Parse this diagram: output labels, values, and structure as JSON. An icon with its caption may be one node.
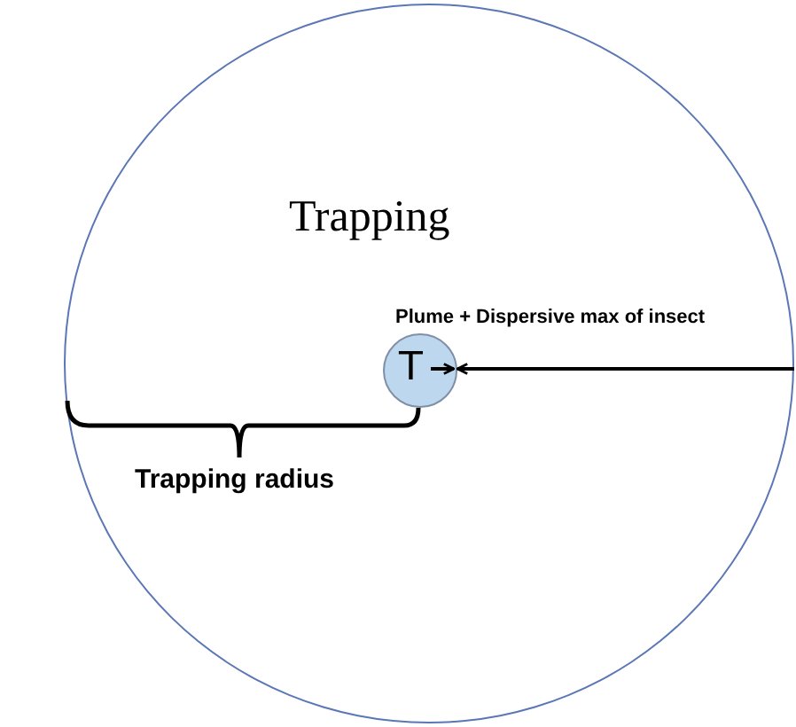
{
  "diagram": {
    "nodes": [
      {
        "text": [
          "Trapping"
        ]
      },
      {
        "text": [
          "T"
        ],
        "in": 0,
        "beside": [
          "Plume + Dispersive max of insect"
        ]
      }
    ],
    "edges": [
      {
        "from": null,
        "to": 1,
        "arrow": "to"
      }
    ],
    "labels": [
      "Trapping radius"
    ]
  }
}
